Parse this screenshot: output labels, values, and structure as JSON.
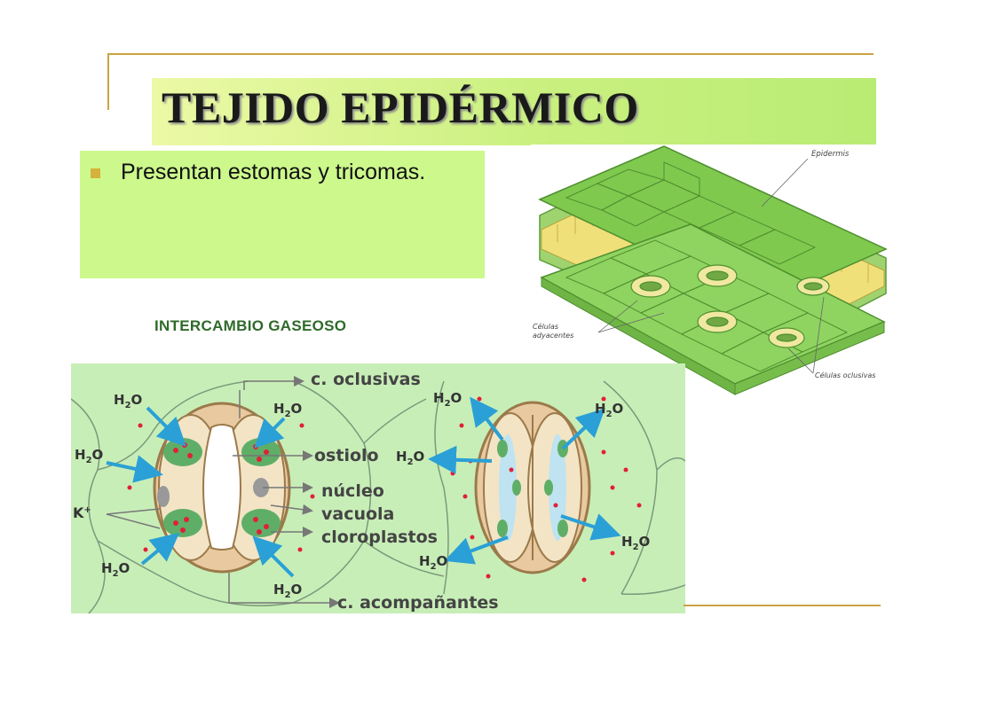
{
  "slide": {
    "title": "TEJIDO EPIDÉRMICO",
    "bullet": "Presentan estomas y tricomas.",
    "subtitle": "INTERCAMBIO GASEOSO"
  },
  "figure_epidermis": {
    "label_epidermis": "Epidermis",
    "label_adjacent_1": "Células",
    "label_adjacent_2": "adyacentes",
    "label_guard": "Células oclusivas"
  },
  "figure_stomata": {
    "label_guard_cells": "c. oclusivas",
    "label_ostiole": "ostiolo",
    "label_nucleus": "núcleo",
    "label_vacuole": "vacuola",
    "label_chloroplasts": "cloroplastos",
    "label_companion": "c. acompañantes",
    "label_potassium": "K",
    "label_potassium_sup": "+",
    "water_main": "H",
    "water_sub": "2",
    "water_tail": "O"
  },
  "colors": {
    "accent_rule": "#c9a441",
    "title_band": "#c9f07f",
    "text_box": "#ccf88c",
    "subtitle": "#2e6a2a",
    "arrow_blue": "#2aa0d6",
    "dot_red": "#e0203a"
  }
}
